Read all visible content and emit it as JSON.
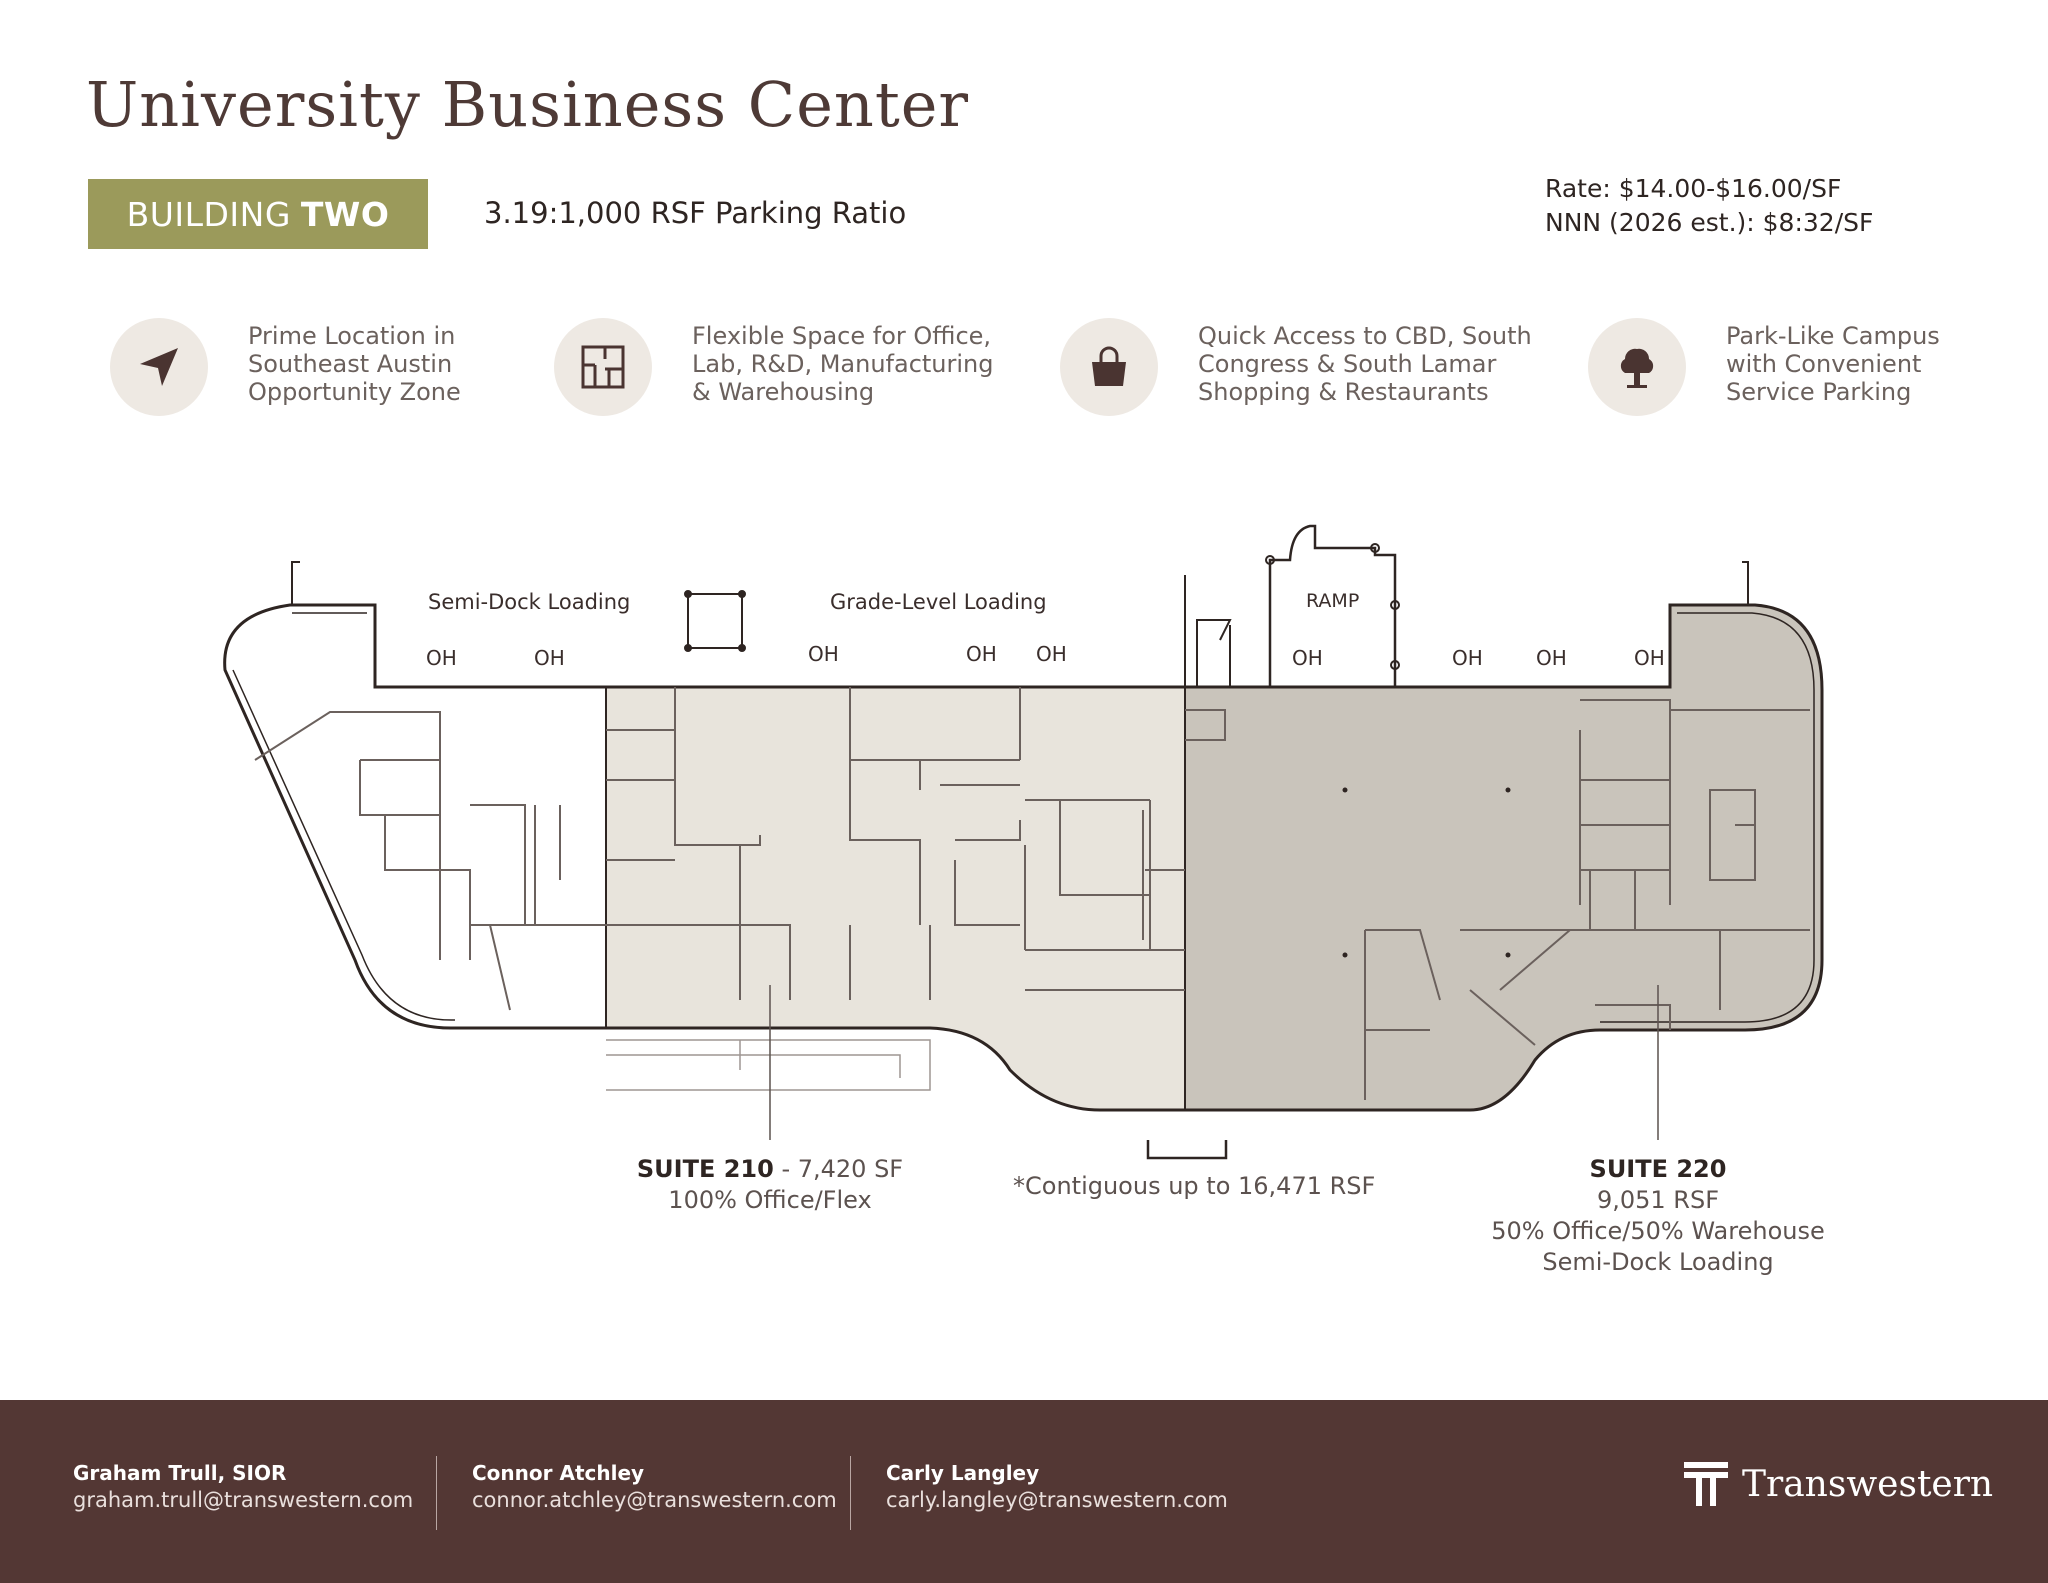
{
  "header": {
    "title": "University Business Center",
    "badge_light": "BUILDING",
    "badge_bold": "TWO",
    "parking_ratio": "3.19:1,000 RSF Parking Ratio",
    "rate": "Rate: $14.00-$16.00/SF",
    "nnn": "NNN (2026 est.): $8:32/SF"
  },
  "features": [
    {
      "icon": "navigation-arrow-icon",
      "lines": [
        "Prime Location in",
        "Southeast Austin",
        "Opportunity Zone"
      ]
    },
    {
      "icon": "floor-plan-icon",
      "lines": [
        "Flexible Space for Office,",
        "Lab, R&D, Manufacturing",
        "& Warehousing"
      ]
    },
    {
      "icon": "shopping-bag-icon",
      "lines": [
        "Quick Access to CBD, South",
        "Congress & South Lamar",
        "Shopping & Restaurants"
      ]
    },
    {
      "icon": "tree-icon",
      "lines": [
        "Park-Like Campus",
        "with Convenient",
        "Service Parking"
      ]
    }
  ],
  "floorplan": {
    "semi_dock": "Semi-Dock Loading",
    "grade_level": "Grade-Level Loading",
    "ramp": "RAMP",
    "oh": "OH",
    "suite_210": {
      "title": "SUITE 210",
      "area": " - 7,420 SF",
      "use": "100% Office/Flex"
    },
    "suite_220": {
      "title": "SUITE 220",
      "area": "9,051 RSF",
      "use": "50% Office/50% Warehouse",
      "loading": "Semi-Dock Loading"
    },
    "contiguous": "*Contiguous up to 16,471 RSF"
  },
  "colors": {
    "olive": "#9b9a5b",
    "brown": "#533734",
    "suite_210_fill": "#e8e4dc",
    "suite_220_fill": "#c9c4bb"
  },
  "contacts": [
    {
      "name": "Graham Trull, SIOR",
      "email": "graham.trull@transwestern.com"
    },
    {
      "name": "Connor Atchley",
      "email": "connor.atchley@transwestern.com"
    },
    {
      "name": "Carly Langley",
      "email": "carly.langley@transwestern.com"
    }
  ],
  "brand": {
    "name": "Transwestern"
  }
}
